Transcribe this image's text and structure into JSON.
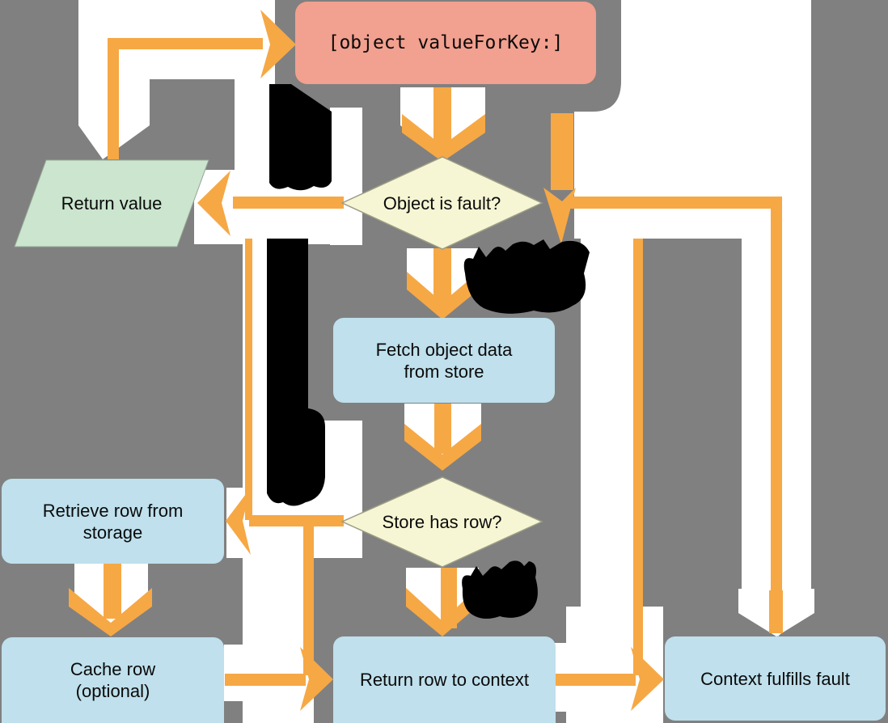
{
  "diagram": {
    "description": "Core Data fault-firing flowchart",
    "nodes": {
      "valueForKey": {
        "label": "[object valueForKey:]",
        "shape": "rounded-rect",
        "color_key": "salmon"
      },
      "returnValue": {
        "label": "Return value",
        "shape": "parallelogram",
        "color_key": "green"
      },
      "objectIsFault": {
        "label": "Object is fault?",
        "shape": "diamond",
        "color_key": "yellow"
      },
      "fetchObject": {
        "label": "Fetch object data\nfrom store",
        "shape": "rounded-rect",
        "color_key": "blue"
      },
      "retrieveRow": {
        "label": "Retrieve row from\nstorage",
        "shape": "rounded-rect",
        "color_key": "blue"
      },
      "storeHasRow": {
        "label": "Store has row?",
        "shape": "diamond",
        "color_key": "yellow"
      },
      "cacheRow": {
        "label": "Cache row\n(optional)",
        "shape": "rounded-rect",
        "color_key": "blue"
      },
      "returnRow": {
        "label": "Return row to context",
        "shape": "rounded-rect",
        "color_key": "blue"
      },
      "contextFulfills": {
        "label": "Context fulfills fault",
        "shape": "rounded-rect",
        "color_key": "blue"
      }
    },
    "edges": [
      {
        "from": "valueForKey",
        "to": "objectIsFault"
      },
      {
        "from": "objectIsFault",
        "to": "returnValue",
        "note": "branch label corrupted (black blob)"
      },
      {
        "from": "objectIsFault",
        "to": "fetchObject",
        "note": "branch label corrupted (black blob)"
      },
      {
        "from": "fetchObject",
        "to": "storeHasRow"
      },
      {
        "from": "storeHasRow",
        "to": "retrieveRow",
        "note": "branch label corrupted (black blob)"
      },
      {
        "from": "storeHasRow",
        "to": "returnRow",
        "note": "branch label corrupted (black blob)"
      },
      {
        "from": "retrieveRow",
        "to": "cacheRow"
      },
      {
        "from": "cacheRow",
        "to": "returnRow"
      },
      {
        "from": "returnRow",
        "to": "contextFulfills"
      },
      {
        "from": "contextFulfills",
        "to": "objectIsFault",
        "note": "loop back up right side and into left elbow"
      }
    ]
  },
  "colors": {
    "bg": "#808080",
    "white": "#ffffff",
    "orange": "#F6A845",
    "black": "#000000",
    "salmon": "#F2A08F",
    "blue": "#BFE0EC",
    "yellow": "#F6F6D4",
    "green": "#CBE5CE",
    "diamondBorder": "#9C9C86",
    "text": "#0a0a0a"
  }
}
